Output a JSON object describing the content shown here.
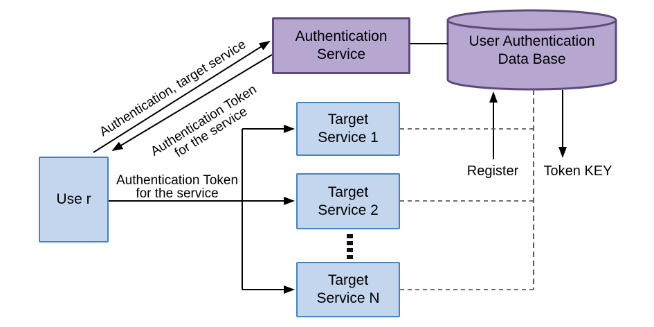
{
  "colors": {
    "purple_fill": "#b5a7d0",
    "purple_border": "#5d4a7a",
    "blue_fill": "#c3d6ee",
    "blue_border": "#4a82b4",
    "solid_line": "#000000",
    "dashed_line": "#595959",
    "background": "#ffffff"
  },
  "nodes": {
    "user": {
      "label": "Use r"
    },
    "authentication_service": {
      "label": "Authentication\nService"
    },
    "database": {
      "label": "User Authentication\nData Base"
    },
    "target_service_1": {
      "label": "Target\nService 1"
    },
    "target_service_2": {
      "label": "Target\nService 2"
    },
    "target_service_n": {
      "label": "Target\nService N"
    }
  },
  "edges": {
    "user_to_auth": {
      "label": "Authentication, target service"
    },
    "auth_to_user": {
      "label": "Authentication Token\nfor the service"
    },
    "user_to_services": {
      "label": "Authentication Token\nfor the service"
    },
    "service_to_db": {
      "label": "Register"
    },
    "db_to_service": {
      "label": "Token KEY"
    }
  }
}
